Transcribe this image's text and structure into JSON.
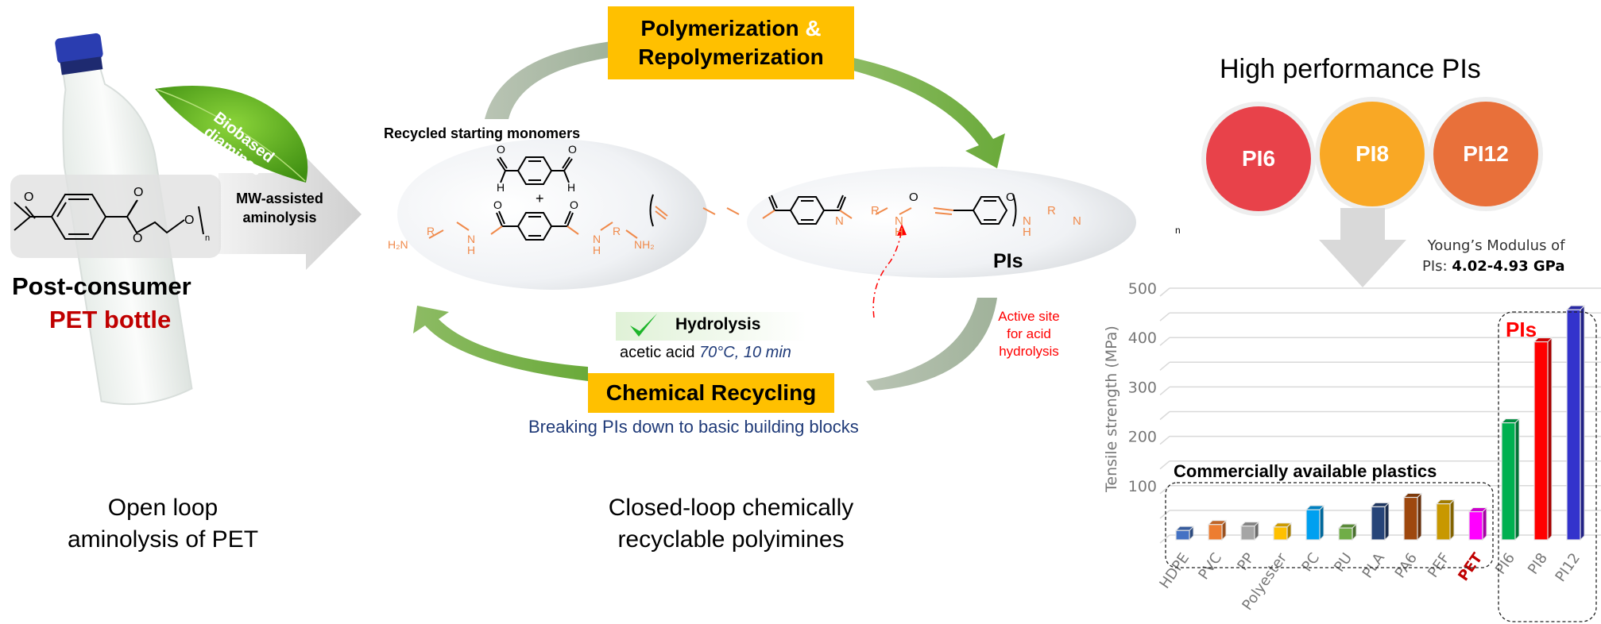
{
  "left_panel": {
    "pet_label_line1": "Post-consumer",
    "pet_label_line2": "PET bottle",
    "leaf_text_line1": "Biobased",
    "leaf_text_line2": "diamines",
    "arrow_label_line1": "MW-assisted",
    "arrow_label_line2": "aminolysis",
    "pet_structure": {
      "atoms": [
        "O",
        "O",
        "O",
        "O",
        "n"
      ]
    },
    "caption_line1": "Open loop",
    "caption_line2": "aminolysis of PET"
  },
  "center_panel": {
    "top_box_line1": "Polymerization",
    "top_box_amp": "&",
    "top_box_line2": "Repolymerization",
    "monomers_title": "Recycled starting monomers",
    "monomer1_atoms": {
      "o": "O",
      "h": "H"
    },
    "plus": "+",
    "monomer2_atoms": {
      "h2n": "H₂N",
      "r": "R",
      "n": "N",
      "h": "H",
      "o": "O",
      "nh2": "NH₂"
    },
    "polymer_label": "PIs",
    "polymer_atoms": {
      "n": "N",
      "r": "R",
      "h": "H",
      "o": "O",
      "sub": "n"
    },
    "active_site_line1": "Active site",
    "active_site_line2": "for acid",
    "active_site_line3": "hydrolysis",
    "hydrolysis_label": "Hydrolysis",
    "acetic_text": "acetic acid",
    "conditions": "70°C, 10 min",
    "bottom_box": "Chemical Recycling",
    "breaking_text": "Breaking PIs down to basic building blocks",
    "caption_line1": "Closed-loop chemically",
    "caption_line2": "recyclable polyimines"
  },
  "right_panel": {
    "title": "High performance PIs",
    "discs": [
      {
        "label": "PI6",
        "color": "#e8424a"
      },
      {
        "label": "PI8",
        "color": "#f9a825"
      },
      {
        "label": "PI12",
        "color": "#e8703a"
      }
    ],
    "youngs_line1": "Young’s Modulus of",
    "youngs_prefix": "PIs: ",
    "youngs_value": "4.02-4.93 GPa"
  },
  "chart_data": {
    "type": "bar",
    "title": "",
    "xlabel": "",
    "ylabel": "Tensile strength (MPa)",
    "ylim": [
      0,
      500
    ],
    "yticks": [
      100,
      200,
      300,
      400,
      500
    ],
    "grid": true,
    "categories": [
      "HDPE",
      "PVC",
      "PP",
      "Polyester",
      "PC",
      "PU",
      "PLA",
      "PA6",
      "PEF",
      "PET",
      "PI6",
      "PI8",
      "PI12"
    ],
    "values": [
      19,
      31,
      28,
      26,
      61,
      24,
      67,
      86,
      73,
      57,
      237,
      401,
      466
    ],
    "colors": [
      "#4472c4",
      "#ed7d31",
      "#a5a5a5",
      "#ffc000",
      "#00a0f0",
      "#70ad47",
      "#264478",
      "#9e480e",
      "#c89800",
      "#ff00ff",
      "#00b050",
      "#ff0000",
      "#3333cc"
    ],
    "highlight_category": "PET",
    "highlight_color": "#c00000",
    "group_annotations": [
      {
        "label": "Commercially  available plastics",
        "categories": [
          "HDPE",
          "PVC",
          "PP",
          "Polyester",
          "PC",
          "PU",
          "PLA",
          "PA6",
          "PEF",
          "PET"
        ]
      },
      {
        "label": "PIs",
        "color": "#ff0000",
        "categories": [
          "PI6",
          "PI8",
          "PI12"
        ]
      }
    ]
  }
}
